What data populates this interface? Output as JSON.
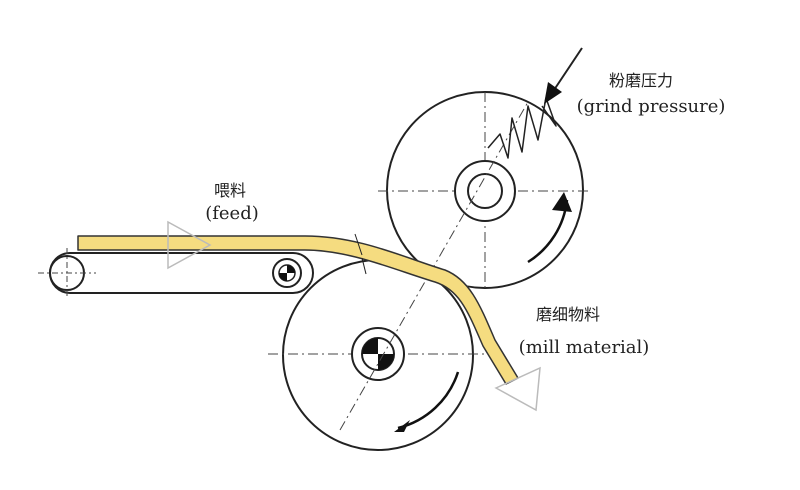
{
  "labels": {
    "feed_zh": "喂料",
    "feed_en": "(feed)",
    "pressure_zh": "粉磨压力",
    "pressure_en": "(grind pressure)",
    "material_zh": "磨细物料",
    "material_en": "(mill material)"
  },
  "colors": {
    "strip": "#f5dc80",
    "strip_outline": "#333333",
    "line": "#222222",
    "dash": "#444444",
    "arrow_outline": "#bbbbbb",
    "hub_dark": "#111111",
    "background": "#ffffff"
  }
}
